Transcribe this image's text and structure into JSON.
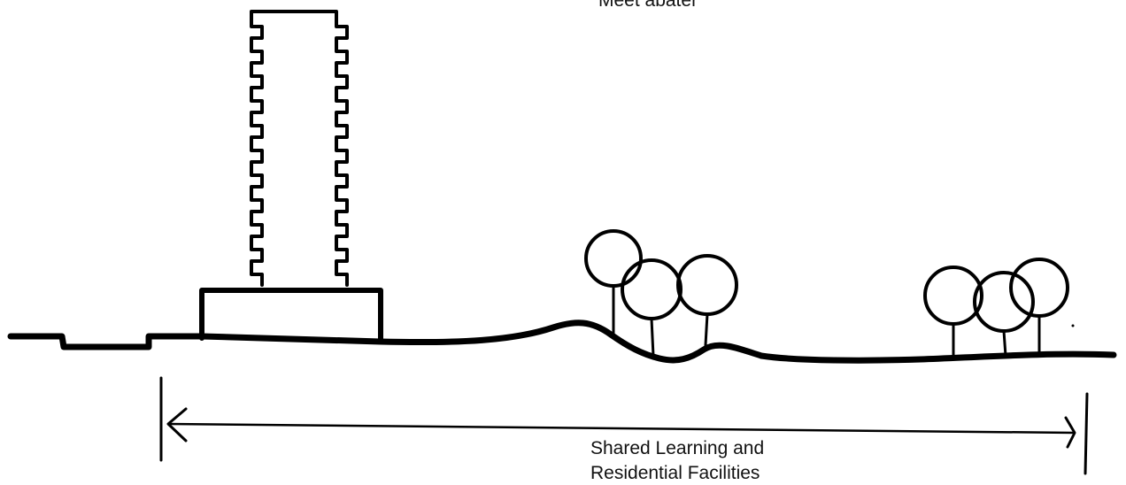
{
  "diagram": {
    "top_caption": "Meet abater",
    "span_label": {
      "line1": "Shared Learning and",
      "line2": "Residential Facilities"
    }
  },
  "colors": {
    "ink": "#000000",
    "background": "#ffffff"
  }
}
